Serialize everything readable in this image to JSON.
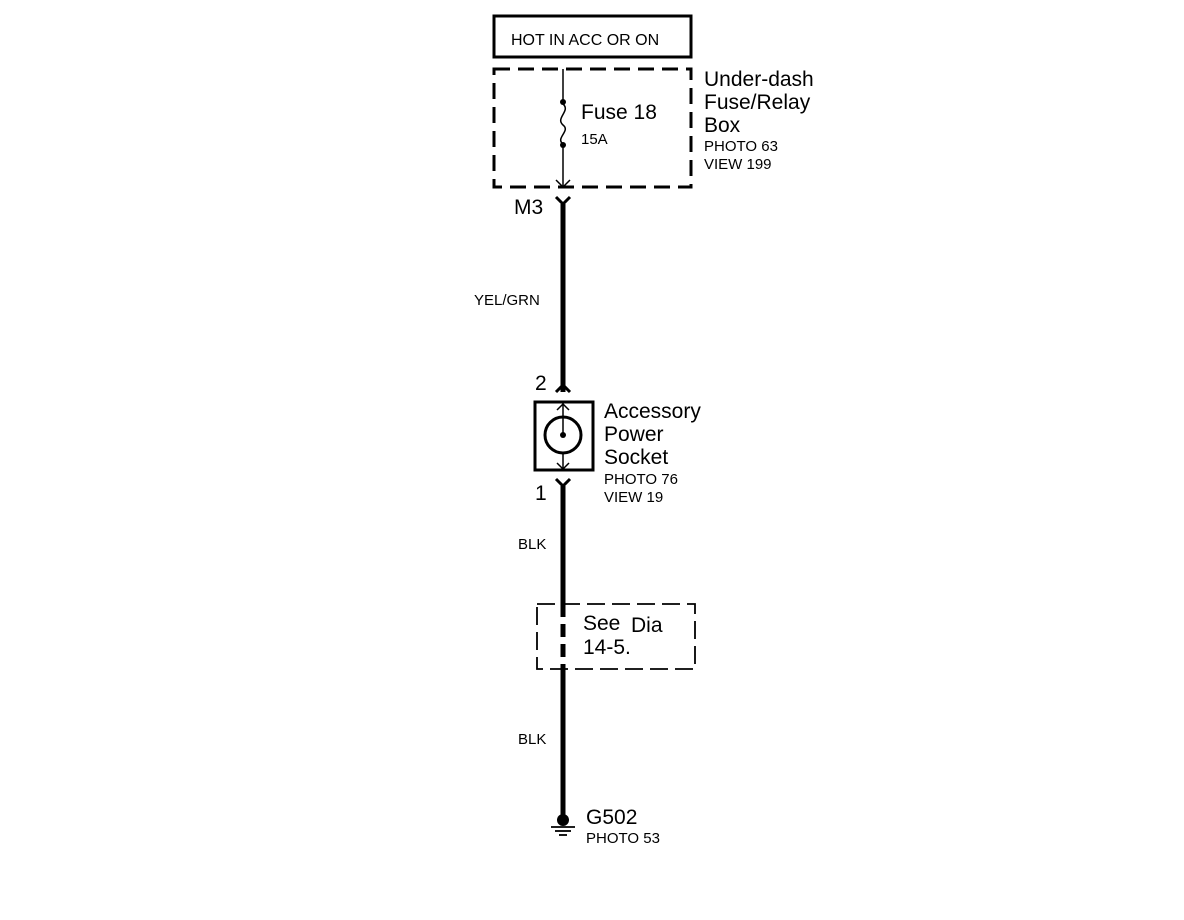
{
  "power_source": {
    "label": "HOT IN ACC OR ON"
  },
  "fuse_box": {
    "name_line1": "Under-dash",
    "name_line2": "Fuse/Relay",
    "name_line3": "Box",
    "photo": "PHOTO 63",
    "view": "VIEW 199",
    "fuse_name": "Fuse 18",
    "fuse_rating": "15A"
  },
  "connector_m3": {
    "label": "M3"
  },
  "wire_upper": {
    "color_code": "YEL/GRN"
  },
  "socket": {
    "pin_top": "2",
    "pin_bottom": "1",
    "name_line1": "Accessory",
    "name_line2": "Power",
    "name_line3": "Socket",
    "photo": "PHOTO 76",
    "view": "VIEW 19"
  },
  "wire_middle": {
    "color_code": "BLK"
  },
  "see_ref": {
    "line1": "See",
    "line1b": "Dia",
    "line2": "14-5."
  },
  "wire_lower": {
    "color_code": "BLK"
  },
  "ground": {
    "name": "G502",
    "photo": "PHOTO 53"
  }
}
